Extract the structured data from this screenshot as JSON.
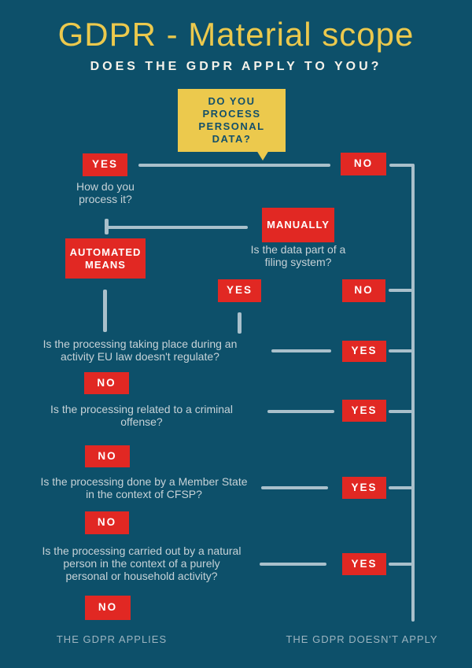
{
  "colors": {
    "background": "#0d506a",
    "box_red": "#e12823",
    "box_text": "#ffffff",
    "accent_yellow": "#ecc94d",
    "connector": "#a9c0cb",
    "question_text": "#c6d2d7",
    "bubble_text": "#13506a",
    "subtitle_text": "#f5f2ea",
    "footer_text": "#9cb4c0"
  },
  "header": {
    "title": "GDPR - Material scope",
    "subtitle": "DOES THE GDPR APPLY TO YOU?"
  },
  "bubble": {
    "text": "DO YOU\nPROCESS\nPERSONAL\nDATA?"
  },
  "labels": {
    "yes": "YES",
    "no": "NO",
    "manually": "MANUALLY",
    "automated_means": "AUTOMATED\nMEANS"
  },
  "questions": {
    "how_process": "How do you\nprocess it?",
    "filing_system": "Is the data part of a\nfiling system?",
    "eu_law": "Is the processing taking place during an\nactivity EU law doesn't regulate?",
    "criminal": "Is the processing related to a criminal\noffense?",
    "cfsp": "Is the processing done by a Member State\nin the context of CFSP?",
    "household": "Is the processing carried out by a natural\nperson  in the context of a purely\npersonal or household activity?"
  },
  "footer": {
    "applies": "THE GDPR APPLIES",
    "doesnt_apply": "THE GDPR DOESN'T APPLY"
  }
}
